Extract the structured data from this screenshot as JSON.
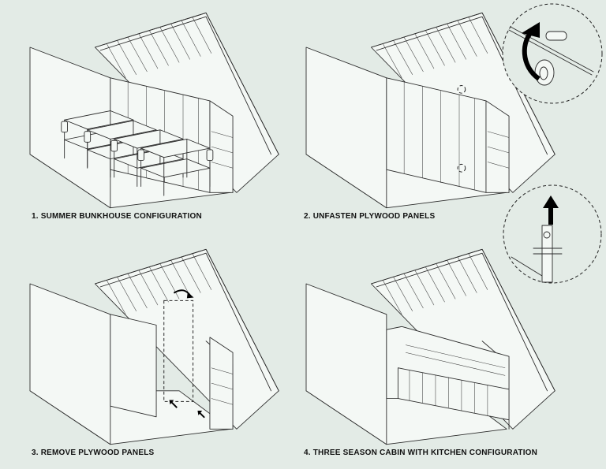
{
  "panels": [
    {
      "caption": "1. SUMMER BUNKHOUSE CONFIGURATION"
    },
    {
      "caption": "2. UNFASTEN PLYWOOD PANELS"
    },
    {
      "caption": "3. REMOVE PLYWOOD PANELS"
    },
    {
      "caption": "4. THREE SEASON CABIN WITH KITCHEN CONFIGURATION"
    }
  ]
}
